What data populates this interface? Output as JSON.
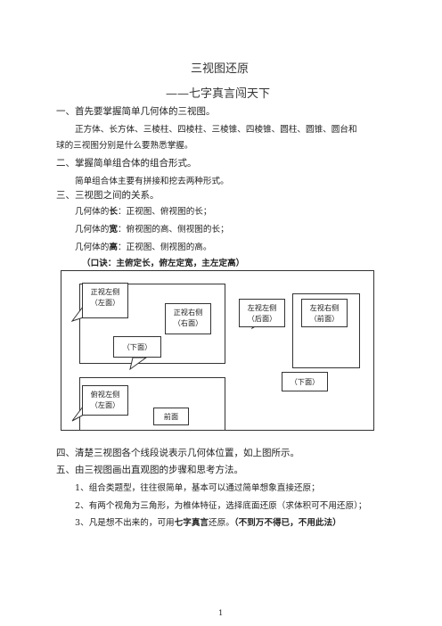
{
  "title": "三视图还原",
  "subtitle": "——七字真言闯天下",
  "sections": [
    {
      "heading": "一、首先要掌握简单几何体的三视图。",
      "lines": [
        "正方体、长方体、三棱柱、四棱柱、三棱锥、四棱锥、圆柱、圆锥、圆台和",
        "球的三视图分别是什么要熟悉掌握。"
      ]
    },
    {
      "heading": "二、掌握简单组合体的组合形式。",
      "lines": [
        "简单组合体主要有拼接和挖去两种形式。"
      ]
    },
    {
      "heading": "三、三视图之间的关系。",
      "rules": [
        {
          "prefix": "几何体的",
          "key": "长",
          "rest": "：正视图、俯视图的长；"
        },
        {
          "prefix": "几何体的",
          "key": "宽",
          "rest": "：俯视图的高、侧视图的长；"
        },
        {
          "prefix": "几何体的",
          "key": "高",
          "rest": "：正视图、侧视图的高。"
        }
      ],
      "mnemonic": "（口诀：主俯定长，俯左定宽，主左定高）"
    }
  ],
  "diagram": {
    "front_left": [
      "正视左侧",
      "（左面）"
    ],
    "front_right": [
      "正视右侧",
      "（右面）"
    ],
    "front_bottom": "（下面）",
    "side_left": [
      "左视左侧",
      "（后面）"
    ],
    "side_right": [
      "左视右侧",
      "（前面）"
    ],
    "side_bottom": "（下面）",
    "top_left": [
      "俯视左侧",
      "（左面）"
    ],
    "top_bottom": "前面"
  },
  "section4": "四、清楚三视图各个线段说表示几何体位置，如上图所示。",
  "section5": "五、由三视图画出直观图的步骤和思考方法。",
  "steps": [
    "1、组合类题型，往往很简单，基本可以通过简单想象直接还原；",
    "2、有两个视角为三角形，为椎体特征，选择底面还原（求体积可不用还原）；"
  ],
  "step3": {
    "a": "3、凡是想不出来的，可用",
    "b": "七字真言",
    "c": "还原。",
    "d": "（不到万不得已，不用此法）"
  },
  "page_number": "1"
}
